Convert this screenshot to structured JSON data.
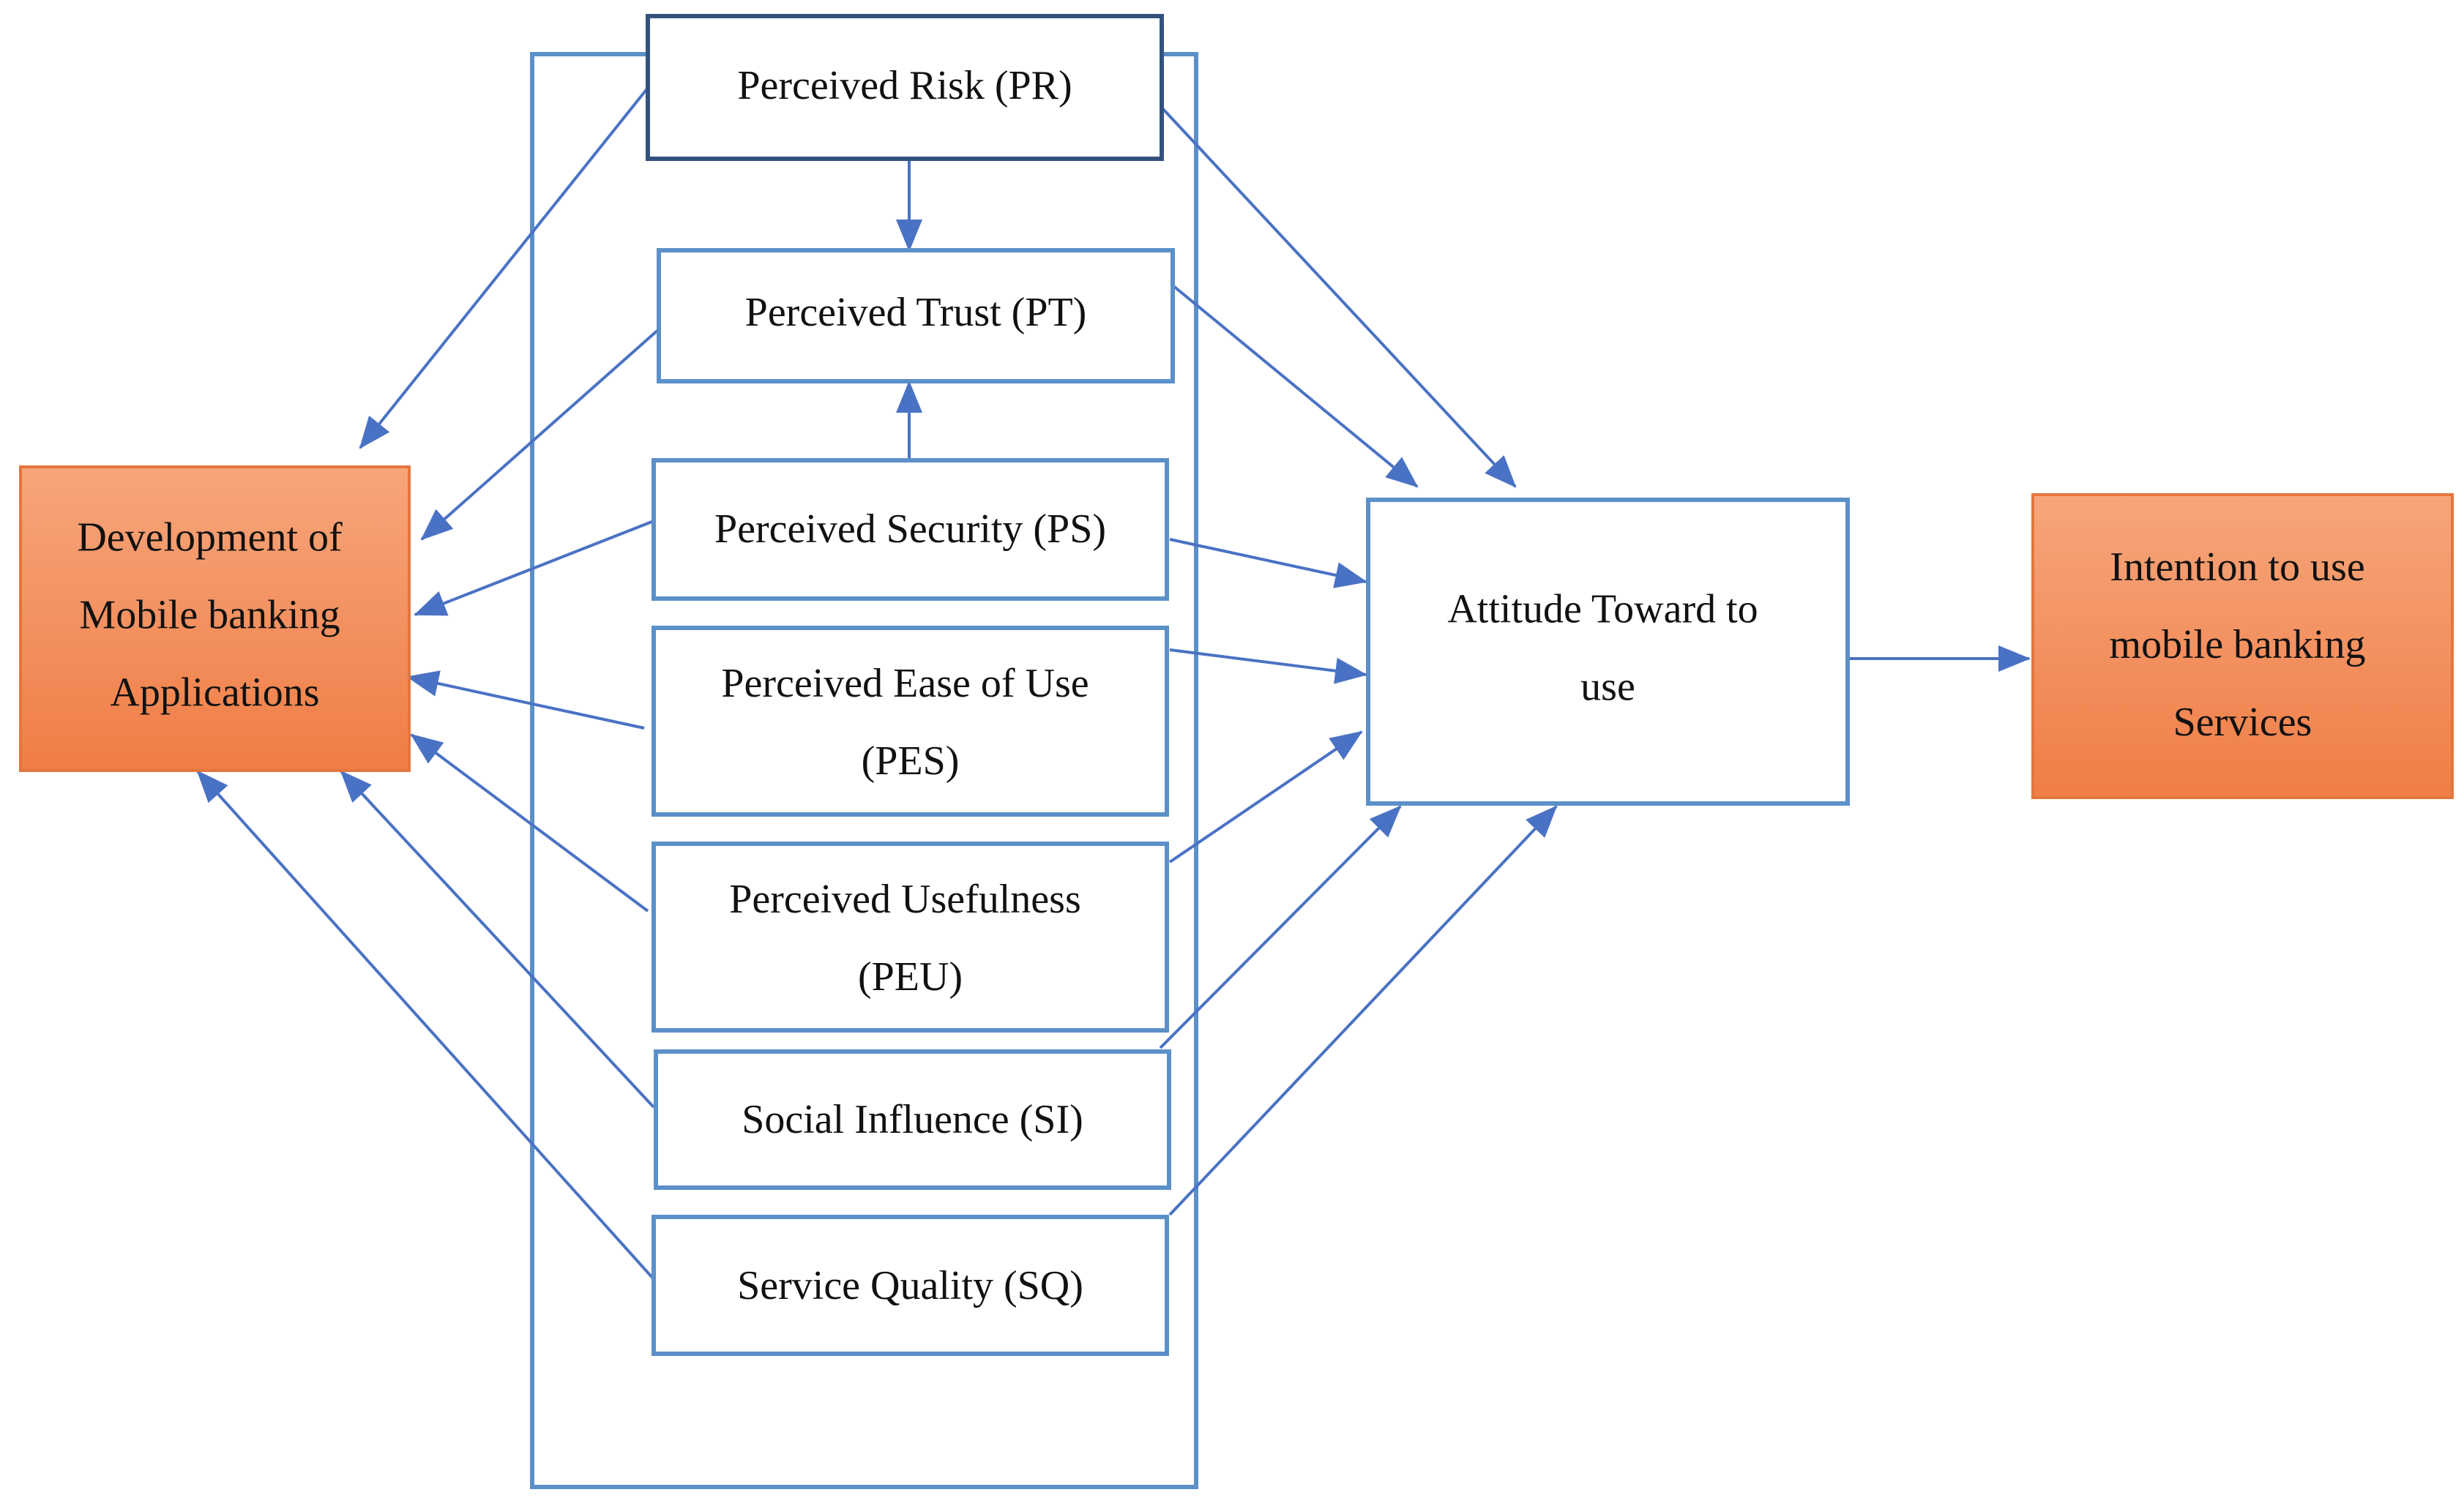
{
  "colors": {
    "edge": "#4a72c4",
    "box_border": "#5b90c8",
    "box_border_dark": "#33527f",
    "orange_fill_top": "#f6a67b",
    "orange_fill_bottom": "#f07d46",
    "orange_border": "#e3763e"
  },
  "nodes": {
    "pr": {
      "lines": [
        "Perceived Risk (PR)"
      ]
    },
    "pt": {
      "lines": [
        "Perceived Trust (PT)"
      ]
    },
    "ps": {
      "lines": [
        "Perceived Security (PS)"
      ]
    },
    "pes": {
      "lines": [
        "Perceived Ease of Use",
        "(PES)"
      ]
    },
    "peu": {
      "lines": [
        "Perceived Usefulness",
        "(PEU)"
      ]
    },
    "si": {
      "lines": [
        "Social Influence (SI)"
      ]
    },
    "sq": {
      "lines": [
        "Service Quality (SQ)"
      ]
    },
    "dev": {
      "lines": [
        "Development of",
        "Mobile banking",
        "Applications"
      ]
    },
    "att": {
      "lines": [
        "Attitude Toward to",
        "use"
      ]
    },
    "int": {
      "lines": [
        "Intention to use",
        "mobile banking",
        "Services"
      ]
    }
  },
  "edges": [
    {
      "from": "pr",
      "to": "pt"
    },
    {
      "from": "ps",
      "to": "pt"
    },
    {
      "from": "pr",
      "to": "dev"
    },
    {
      "from": "pt",
      "to": "dev"
    },
    {
      "from": "ps",
      "to": "dev"
    },
    {
      "from": "pes",
      "to": "dev"
    },
    {
      "from": "peu",
      "to": "dev"
    },
    {
      "from": "si",
      "to": "dev"
    },
    {
      "from": "sq",
      "to": "dev"
    },
    {
      "from": "pr",
      "to": "att"
    },
    {
      "from": "pt",
      "to": "att"
    },
    {
      "from": "ps",
      "to": "att"
    },
    {
      "from": "pes",
      "to": "att"
    },
    {
      "from": "peu",
      "to": "att"
    },
    {
      "from": "si",
      "to": "att"
    },
    {
      "from": "sq",
      "to": "att"
    },
    {
      "from": "att",
      "to": "int"
    }
  ]
}
